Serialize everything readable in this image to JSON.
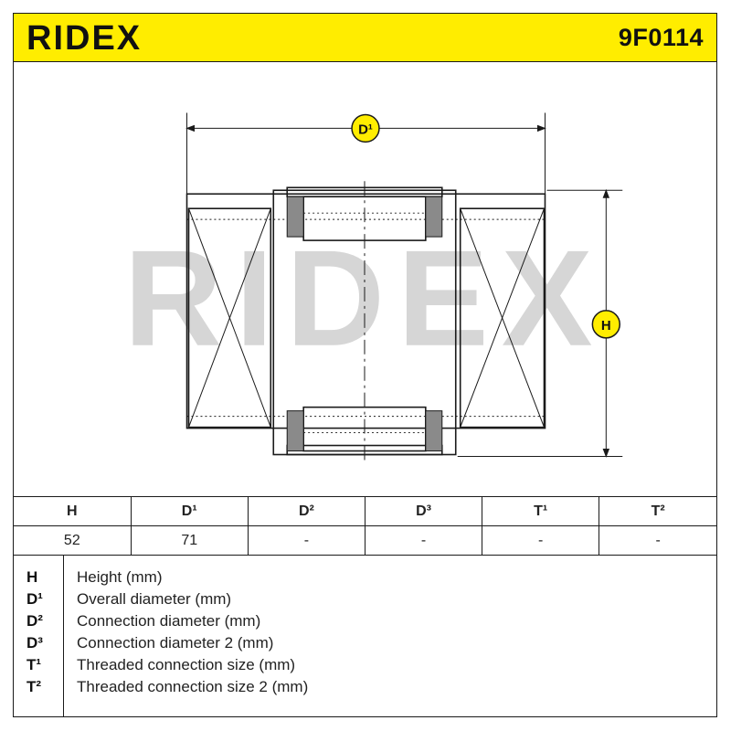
{
  "header": {
    "brand": "RIDEX",
    "part_number": "9F0114",
    "background_color": "#ffed00"
  },
  "drawing": {
    "watermark": "RIDEX",
    "dimension_labels": {
      "diameter": "D¹",
      "height": "H"
    }
  },
  "spec_table": {
    "columns": [
      "H",
      "D¹",
      "D²",
      "D³",
      "T¹",
      "T²"
    ],
    "values": [
      "52",
      "71",
      "-",
      "-",
      "-",
      "-"
    ]
  },
  "legend": [
    {
      "key": "H",
      "text": "Height (mm)"
    },
    {
      "key": "D¹",
      "text": "Overall diameter (mm)"
    },
    {
      "key": "D²",
      "text": "Connection diameter (mm)"
    },
    {
      "key": "D³",
      "text": "Connection diameter 2 (mm)"
    },
    {
      "key": "T¹",
      "text": "Threaded connection size (mm)"
    },
    {
      "key": "T²",
      "text": "Threaded connection size 2 (mm)"
    }
  ]
}
